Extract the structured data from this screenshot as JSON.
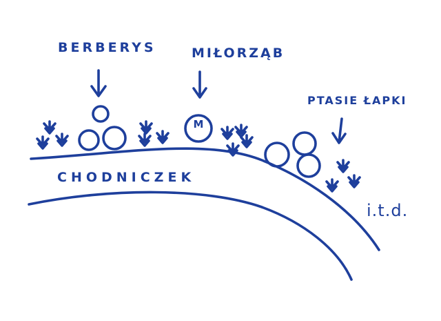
{
  "diagram": {
    "ink_color": "#1e3f9c",
    "background_color": "#ffffff",
    "labels": {
      "berberys": "BERBERYS",
      "milorzab": "MIŁORZĄB",
      "ptasie_lapki": "PTASIE ŁAPKI",
      "chodniczek": "CHODNICZEK",
      "itd": "i.t.d.",
      "tree_mark": "M"
    }
  }
}
